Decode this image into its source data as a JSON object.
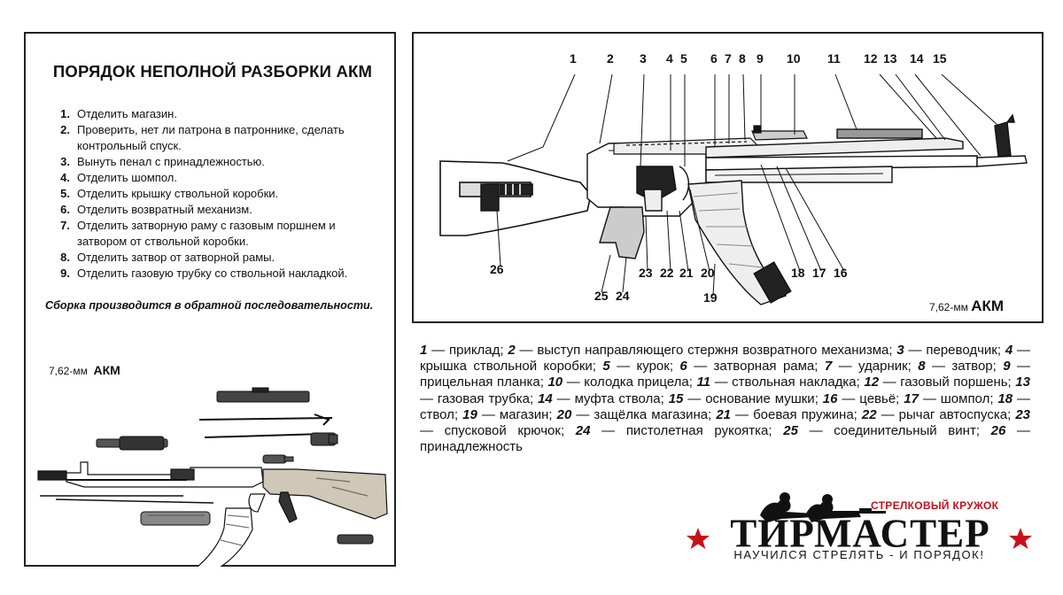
{
  "steps": {
    "title": "ПОРЯДОК НЕПОЛНОЙ РАЗБОРКИ АКМ",
    "items": [
      {
        "num": "1.",
        "text": "Отделить магазин."
      },
      {
        "num": "2.",
        "text": "Проверить, нет ли патрона в патроннике, сделать контрольный спуск."
      },
      {
        "num": "3.",
        "text": "Вынуть пенал с принадлежностью."
      },
      {
        "num": "4.",
        "text": "Отделить шомпол."
      },
      {
        "num": "5.",
        "text": "Отделить крышку ствольной коробки."
      },
      {
        "num": "6.",
        "text": "Отделить возвратный механизм."
      },
      {
        "num": "7.",
        "text": "Отделить затворную раму с газовым поршнем и затвором от ствольной коробки."
      },
      {
        "num": "8.",
        "text": "Отделить затвор от затворной рамы."
      },
      {
        "num": "9.",
        "text": "Отделить газовую трубку со ствольной накладкой."
      }
    ],
    "note": "Сборка производится в обратной последовательности."
  },
  "exploded": {
    "caliber": "7,62-мм",
    "model": "АКМ"
  },
  "diagram": {
    "caliber": "7,62-мм",
    "model": "АКМ",
    "callouts": [
      "1",
      "2",
      "3",
      "4",
      "5",
      "6",
      "7",
      "8",
      "9",
      "10",
      "11",
      "12",
      "13",
      "14",
      "15",
      "16",
      "17",
      "18",
      "19",
      "20",
      "21",
      "22",
      "23",
      "24",
      "25",
      "26"
    ]
  },
  "legend": {
    "items": [
      {
        "n": "1",
        "t": "приклад"
      },
      {
        "n": "2",
        "t": "выступ направляющего стержня возвратного механизма"
      },
      {
        "n": "3",
        "t": "переводчик"
      },
      {
        "n": "4",
        "t": "крышка ствольной коробки"
      },
      {
        "n": "5",
        "t": "курок"
      },
      {
        "n": "6",
        "t": "затворная рама"
      },
      {
        "n": "7",
        "t": "ударник"
      },
      {
        "n": "8",
        "t": "затвор"
      },
      {
        "n": "9",
        "t": "прицельная планка"
      },
      {
        "n": "10",
        "t": "колодка прицела"
      },
      {
        "n": "11",
        "t": "ствольная накладка"
      },
      {
        "n": "12",
        "t": "газовый поршень"
      },
      {
        "n": "13",
        "t": "газовая трубка"
      },
      {
        "n": "14",
        "t": "муфта ствола"
      },
      {
        "n": "15",
        "t": "основание мушки"
      },
      {
        "n": "16",
        "t": "цевьё"
      },
      {
        "n": "17",
        "t": "шомпол"
      },
      {
        "n": "18",
        "t": "ствол"
      },
      {
        "n": "19",
        "t": "магазин"
      },
      {
        "n": "20",
        "t": "защёлка магазина"
      },
      {
        "n": "21",
        "t": "боевая пружина"
      },
      {
        "n": "22",
        "t": "рычаг автоспуска"
      },
      {
        "n": "23",
        "t": "спусковой крючок"
      },
      {
        "n": "24",
        "t": "пистолетная рукоятка"
      },
      {
        "n": "25",
        "t": "соединительный винт"
      },
      {
        "n": "26",
        "t": "принадлежность"
      }
    ]
  },
  "logo": {
    "club": "СТРЕЛКОВЫЙ КРУЖОК",
    "name": "ТИРМАСТЕР",
    "slogan": "НАУЧИЛСЯ СТРЕЛЯТЬ - И ПОРЯДОК!",
    "accent_color": "#c8101a"
  }
}
